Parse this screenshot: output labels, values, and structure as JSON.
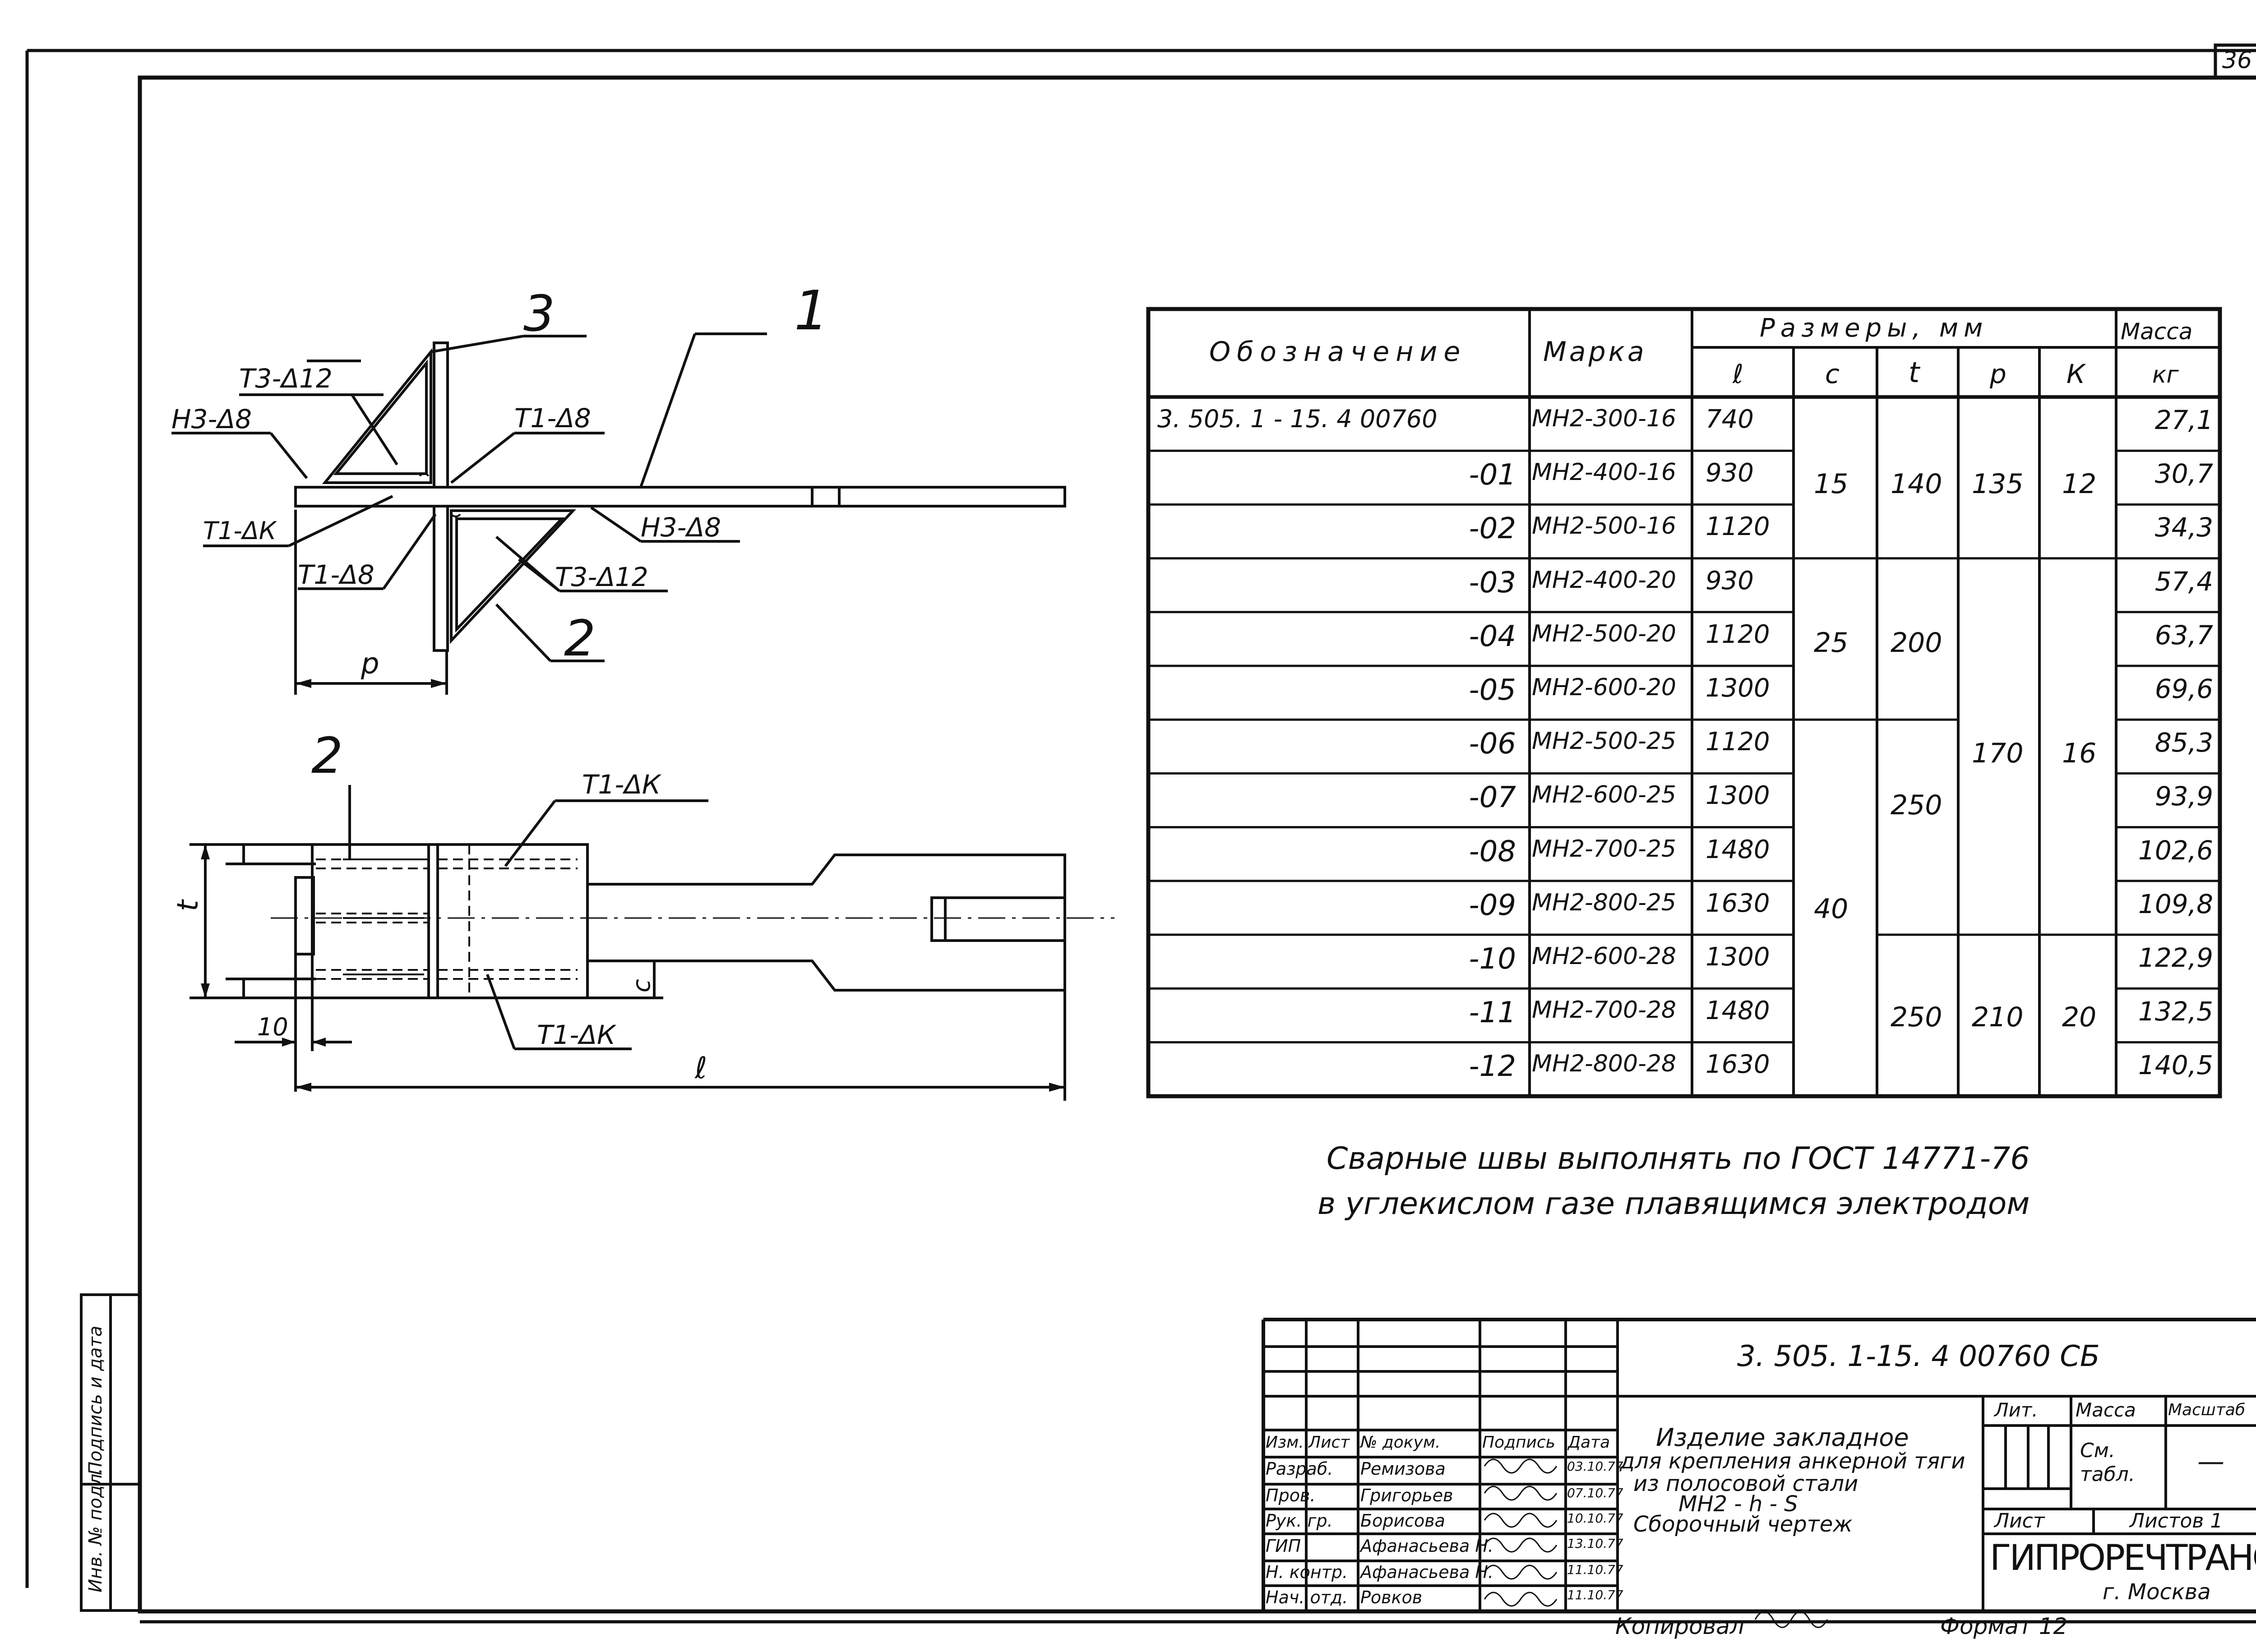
{
  "sheet": {
    "page_number": "36",
    "copied_label": "Копировал",
    "format_label": "Формат 12"
  },
  "drawing": {
    "callouts": {
      "part1": "1",
      "part2": "2",
      "part3": "3",
      "part2_plan": "2"
    },
    "weld_labels": {
      "t3_12_top": "Т3-Δ12",
      "n3_8_left": "Н3-Δ8",
      "t1_8_top": "Т1-Δ8",
      "t1_k_left": "Т1-ΔК",
      "t1_8_bottom": "Т1-Δ8",
      "n3_8_right": "Н3-Δ8",
      "t3_12_bottom": "Т3-Δ12",
      "t1_k_plan_top": "Т1-ΔК",
      "t1_k_plan_bottom": "Т1-ΔК"
    },
    "dimensions": {
      "p": "p",
      "t": "t",
      "c": "c",
      "ten": "10",
      "l": "ℓ"
    }
  },
  "spec_table": {
    "headers": {
      "designation": "Обозначение",
      "mark": "Марка",
      "dimensions": "Размеры, мм",
      "mass": "Масса",
      "l": "ℓ",
      "c": "с",
      "t": "t",
      "p": "p",
      "k": "К",
      "kg": "кг"
    },
    "rows": [
      {
        "designation": "3. 505. 1 - 15. 4   00760",
        "mark": "МН2-300-16",
        "l": "740",
        "mass": "27,1"
      },
      {
        "designation": "-01",
        "mark": "МН2-400-16",
        "l": "930",
        "mass": "30,7"
      },
      {
        "designation": "-02",
        "mark": "МН2-500-16",
        "l": "1120",
        "mass": "34,3"
      },
      {
        "designation": "-03",
        "mark": "МН2-400-20",
        "l": "930",
        "mass": "57,4"
      },
      {
        "designation": "-04",
        "mark": "МН2-500-20",
        "l": "1120",
        "mass": "63,7"
      },
      {
        "designation": "-05",
        "mark": "МН2-600-20",
        "l": "1300",
        "mass": "69,6"
      },
      {
        "designation": "-06",
        "mark": "МН2-500-25",
        "l": "1120",
        "mass": "85,3"
      },
      {
        "designation": "-07",
        "mark": "МН2-600-25",
        "l": "1300",
        "mass": "93,9"
      },
      {
        "designation": "-08",
        "mark": "МН2-700-25",
        "l": "1480",
        "mass": "102,6"
      },
      {
        "designation": "-09",
        "mark": "МН2-800-25",
        "l": "1630",
        "mass": "109,8"
      },
      {
        "designation": "-10",
        "mark": "МН2-600-28",
        "l": "1300",
        "mass": "122,9"
      },
      {
        "designation": "-11",
        "mark": "МН2-700-28",
        "l": "1480",
        "mass": "132,5"
      },
      {
        "designation": "-12",
        "mark": "МН2-800-28",
        "l": "1630",
        "mass": "140,5"
      }
    ],
    "merged": {
      "c": [
        {
          "rows": "1-3",
          "value": "15"
        },
        {
          "rows": "4-6",
          "value": "25"
        },
        {
          "rows": "7-13",
          "value": "40"
        }
      ],
      "t": [
        {
          "rows": "1-3",
          "value": "140"
        },
        {
          "rows": "4-6",
          "value": "200"
        },
        {
          "rows": "7-10",
          "value": "250"
        },
        {
          "rows": "11-13",
          "value": "250"
        }
      ],
      "p": [
        {
          "rows": "1-3",
          "value": "135"
        },
        {
          "rows": "4-10",
          "value": "170"
        },
        {
          "rows": "11-13",
          "value": "210"
        }
      ],
      "k": [
        {
          "rows": "1-3",
          "value": "12"
        },
        {
          "rows": "4-10",
          "value": "16"
        },
        {
          "rows": "11-13",
          "value": "20"
        }
      ]
    }
  },
  "notes": [
    "Сварные швы выполнять по ГОСТ 14771-76",
    "в углекислом газе плавящимся электродом"
  ],
  "title_block": {
    "doc_number": "3. 505. 1-15. 4    00760 СБ",
    "title_lines": [
      "Изделие закладное",
      "для крепления анкерной тяги",
      "из полосовой стали",
      "МН2 - h - S",
      "Сборочный чертеж"
    ],
    "col_headers": [
      "Изм.",
      "Лист",
      "№ докум.",
      "Подпись",
      "Дата"
    ],
    "roles": [
      {
        "role": "Разраб.",
        "name": "Ремизова",
        "date": "03.10.77"
      },
      {
        "role": "Пров.",
        "name": "Григорьев",
        "date": "07.10.77"
      },
      {
        "role": "Рук. гр.",
        "name": "Борисова",
        "date": "10.10.77"
      },
      {
        "role": "ГИП",
        "name": "Афанасьева Н.",
        "date": "13.10.77"
      },
      {
        "role": "Н. контр.",
        "name": "Афанасьева Н.",
        "date": "11.10.77"
      },
      {
        "role": "Нач. отд.",
        "name": "Ровков",
        "date": "11.10.77"
      }
    ],
    "lit_label": "Лит.",
    "mass_label": "Масса",
    "scale_label": "Масштаб",
    "mass_value": "См. табл.",
    "scale_value": "—",
    "sheet_label": "Лист",
    "sheets_label": "Листов 1",
    "org": "ГИПРОРЕЧТРАНС",
    "city": "г. Москва"
  },
  "side_stamp": {
    "inv_label": "Инв. № подл.",
    "sign_label": "Подпись и дата"
  }
}
